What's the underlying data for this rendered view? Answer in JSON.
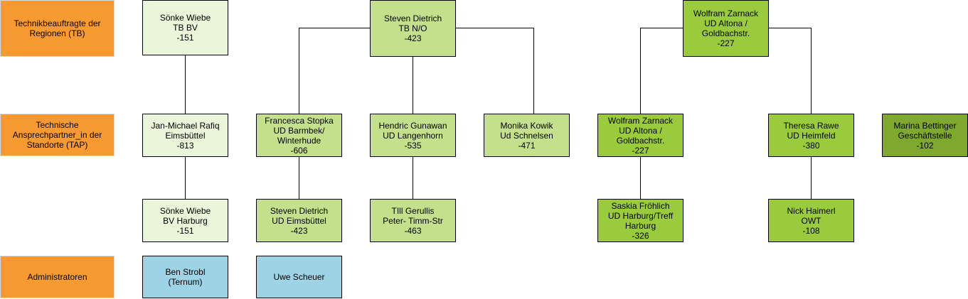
{
  "colors": {
    "label": "#F79A32",
    "pale": "#EBF5D9",
    "light": "#C4E08C",
    "green": "#9ACB3C",
    "dark": "#7FA82F",
    "blue": "#9DD3E5",
    "line": "#000000"
  },
  "row_labels": {
    "tb": "Technikbeauftragte der Regionen (TB)",
    "tap": "Technische Ansprechpartner_in der Standorte (TAP)",
    "admin": "Administratoren"
  },
  "nodes": {
    "tb_wiebe": "Sönke Wiebe\nTB BV\n-151",
    "tb_dietrich": "Steven Dietrich\nTB N/O\n-423",
    "tb_zarnack": "Wolfram Zarnack\nUD Altona /\nGoldbachstr.\n-227",
    "tap_rafiq": "Jan-Michael Rafiq\nEimsbüttel\n-813",
    "tap_stopka": "Francesca Stopka\nUD Barmbek/\nWinterhude\n-606",
    "tap_gunawan": "Hendric Gunawan\nUD Langenhorn\n-535",
    "tap_kowik": "Monika Kowik\nUd Schnelsen\n-471",
    "tap_zarnack": "Wolfram Zarnack\nUD Altona /\nGoldbachstr.\n-227",
    "tap_rawe": "Theresa Rawe\nUD Heimfeld\n-380",
    "tap_bettinger": "Marina Bettinger\nGeschäftstelle\n-102",
    "sub_wiebe": "Sönke Wiebe\nBV Harburg\n-151",
    "sub_dietrich": "Steven Dietrich\nUD Eimsbüttel\n-423",
    "sub_gerullis": "TIll Gerullis\nPeter- Timm-Str\n-463",
    "sub_froehlich": "Saskia Fröhlich\nUD Harburg/Treff\nHarburg\n-326",
    "sub_haimerl": "Nick Haimerl\nOWT\n-108",
    "admin_strobl": "Ben Strobl\n(Ternum)",
    "admin_scheuer": "Uwe Scheuer"
  }
}
